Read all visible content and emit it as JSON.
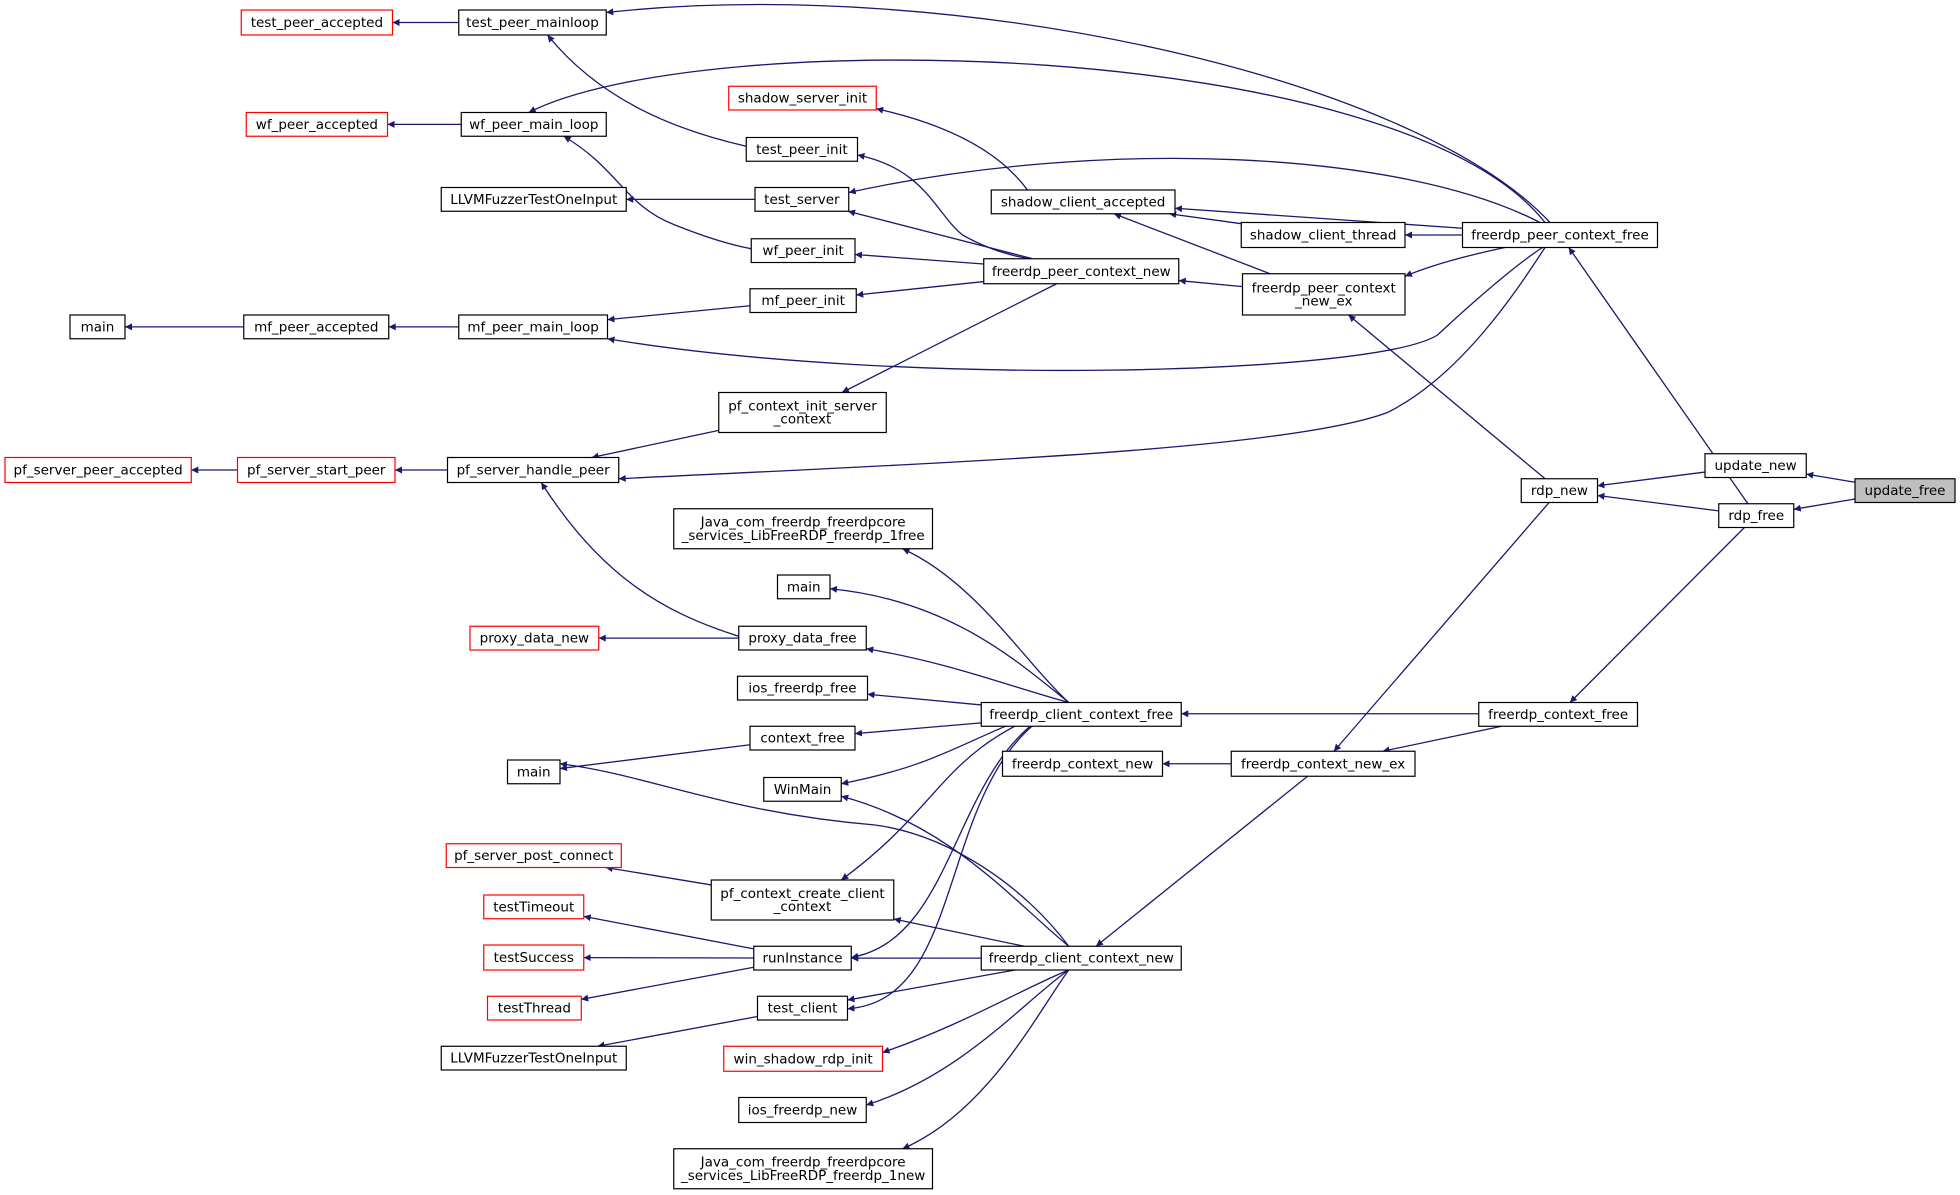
{
  "colors": {
    "edge": "#191970",
    "node_border": "#000000",
    "truncated_border": "#ff0000",
    "selected_fill": "#bfbfbf",
    "node_fill": "#ffffff"
  },
  "nodes": [
    {
      "id": "update_free",
      "lines": [
        "update_free"
      ],
      "style": "selected"
    },
    {
      "id": "update_new",
      "lines": [
        "update_new"
      ],
      "style": "normal"
    },
    {
      "id": "rdp_free",
      "lines": [
        "rdp_free"
      ],
      "style": "normal"
    },
    {
      "id": "rdp_new",
      "lines": [
        "rdp_new"
      ],
      "style": "normal"
    },
    {
      "id": "freerdp_peer_context_free",
      "lines": [
        "freerdp_peer_context_free"
      ],
      "style": "normal"
    },
    {
      "id": "freerdp_context_free",
      "lines": [
        "freerdp_context_free"
      ],
      "style": "normal"
    },
    {
      "id": "freerdp_peer_context_new_ex",
      "lines": [
        "freerdp_peer_context",
        "_new_ex"
      ],
      "style": "normal"
    },
    {
      "id": "freerdp_context_new_ex",
      "lines": [
        "freerdp_context_new_ex"
      ],
      "style": "normal"
    },
    {
      "id": "shadow_client_thread",
      "lines": [
        "shadow_client_thread"
      ],
      "style": "normal"
    },
    {
      "id": "freerdp_client_context_free",
      "lines": [
        "freerdp_client_context_free"
      ],
      "style": "normal"
    },
    {
      "id": "freerdp_client_context_new",
      "lines": [
        "freerdp_client_context_new"
      ],
      "style": "normal"
    },
    {
      "id": "freerdp_context_new",
      "lines": [
        "freerdp_context_new"
      ],
      "style": "normal"
    },
    {
      "id": "shadow_client_accepted",
      "lines": [
        "shadow_client_accepted"
      ],
      "style": "normal"
    },
    {
      "id": "freerdp_peer_context_new",
      "lines": [
        "freerdp_peer_context_new"
      ],
      "style": "normal"
    },
    {
      "id": "shadow_server_init",
      "lines": [
        "shadow_server_init"
      ],
      "style": "truncated"
    },
    {
      "id": "test_peer_init",
      "lines": [
        "test_peer_init"
      ],
      "style": "normal"
    },
    {
      "id": "test_server",
      "lines": [
        "test_server"
      ],
      "style": "normal"
    },
    {
      "id": "wf_peer_init",
      "lines": [
        "wf_peer_init"
      ],
      "style": "normal"
    },
    {
      "id": "mf_peer_init",
      "lines": [
        "mf_peer_init"
      ],
      "style": "normal"
    },
    {
      "id": "pf_context_init_server_context",
      "lines": [
        "pf_context_init_server",
        "_context"
      ],
      "style": "normal"
    },
    {
      "id": "java_free",
      "lines": [
        "Java_com_freerdp_freerdpcore",
        "_services_LibFreeRDP_freerdp_1free"
      ],
      "style": "normal"
    },
    {
      "id": "main_2",
      "lines": [
        "main"
      ],
      "style": "normal"
    },
    {
      "id": "proxy_data_free",
      "lines": [
        "proxy_data_free"
      ],
      "style": "normal"
    },
    {
      "id": "ios_freerdp_free",
      "lines": [
        "ios_freerdp_free"
      ],
      "style": "normal"
    },
    {
      "id": "context_free",
      "lines": [
        "context_free"
      ],
      "style": "normal"
    },
    {
      "id": "winmain",
      "lines": [
        "WinMain"
      ],
      "style": "normal"
    },
    {
      "id": "pf_context_create_client_context",
      "lines": [
        "pf_context_create_client",
        "_context"
      ],
      "style": "normal"
    },
    {
      "id": "runinstance",
      "lines": [
        "runInstance"
      ],
      "style": "normal"
    },
    {
      "id": "test_client",
      "lines": [
        "test_client"
      ],
      "style": "normal"
    },
    {
      "id": "win_shadow_rdp_init",
      "lines": [
        "win_shadow_rdp_init"
      ],
      "style": "truncated"
    },
    {
      "id": "ios_freerdp_new",
      "lines": [
        "ios_freerdp_new"
      ],
      "style": "normal"
    },
    {
      "id": "java_new",
      "lines": [
        "Java_com_freerdp_freerdpcore",
        "_services_LibFreeRDP_freerdp_1new"
      ],
      "style": "normal"
    },
    {
      "id": "test_peer_mainloop",
      "lines": [
        "test_peer_mainloop"
      ],
      "style": "normal"
    },
    {
      "id": "wf_peer_main_loop",
      "lines": [
        "wf_peer_main_loop"
      ],
      "style": "normal"
    },
    {
      "id": "llvm_fuzzer_1",
      "lines": [
        "LLVMFuzzerTestOneInput"
      ],
      "style": "normal"
    },
    {
      "id": "mf_peer_main_loop",
      "lines": [
        "mf_peer_main_loop"
      ],
      "style": "normal"
    },
    {
      "id": "pf_server_handle_peer",
      "lines": [
        "pf_server_handle_peer"
      ],
      "style": "normal"
    },
    {
      "id": "proxy_data_new",
      "lines": [
        "proxy_data_new"
      ],
      "style": "truncated"
    },
    {
      "id": "main_3",
      "lines": [
        "main"
      ],
      "style": "normal"
    },
    {
      "id": "pf_server_post_connect",
      "lines": [
        "pf_server_post_connect"
      ],
      "style": "truncated"
    },
    {
      "id": "testtimeout",
      "lines": [
        "testTimeout"
      ],
      "style": "truncated"
    },
    {
      "id": "testsuccess",
      "lines": [
        "testSuccess"
      ],
      "style": "truncated"
    },
    {
      "id": "testthread",
      "lines": [
        "testThread"
      ],
      "style": "truncated"
    },
    {
      "id": "llvm_fuzzer_2",
      "lines": [
        "LLVMFuzzerTestOneInput"
      ],
      "style": "normal"
    },
    {
      "id": "test_peer_accepted",
      "lines": [
        "test_peer_accepted"
      ],
      "style": "truncated"
    },
    {
      "id": "wf_peer_accepted",
      "lines": [
        "wf_peer_accepted"
      ],
      "style": "truncated"
    },
    {
      "id": "mf_peer_accepted",
      "lines": [
        "mf_peer_accepted"
      ],
      "style": "normal"
    },
    {
      "id": "pf_server_start_peer",
      "lines": [
        "pf_server_start_peer"
      ],
      "style": "truncated"
    },
    {
      "id": "main_1",
      "lines": [
        "main"
      ],
      "style": "normal"
    },
    {
      "id": "pf_server_peer_accepted",
      "lines": [
        "pf_server_peer_accepted"
      ],
      "style": "truncated"
    }
  ],
  "edges": [
    {
      "from": "update_new",
      "to": "update_free"
    },
    {
      "from": "rdp_free",
      "to": "update_free"
    },
    {
      "from": "rdp_new",
      "to": "update_new"
    },
    {
      "from": "freerdp_peer_context_free",
      "to": "rdp_free"
    },
    {
      "from": "rdp_new",
      "to": "rdp_free"
    },
    {
      "from": "freerdp_context_free",
      "to": "rdp_free"
    },
    {
      "from": "freerdp_peer_context_new_ex",
      "to": "rdp_new"
    },
    {
      "from": "freerdp_context_new_ex",
      "to": "rdp_new"
    },
    {
      "from": "shadow_client_thread",
      "to": "freerdp_peer_context_free"
    },
    {
      "from": "freerdp_peer_context_new_ex",
      "to": "freerdp_peer_context_free"
    },
    {
      "from": "shadow_client_accepted",
      "to": "freerdp_peer_context_free"
    },
    {
      "from": "test_peer_mainloop",
      "to": "freerdp_peer_context_free"
    },
    {
      "from": "wf_peer_main_loop",
      "to": "freerdp_peer_context_free"
    },
    {
      "from": "test_server",
      "to": "freerdp_peer_context_free"
    },
    {
      "from": "mf_peer_main_loop",
      "to": "freerdp_peer_context_free"
    },
    {
      "from": "pf_server_handle_peer",
      "to": "freerdp_peer_context_free"
    },
    {
      "from": "freerdp_client_context_free",
      "to": "freerdp_context_free"
    },
    {
      "from": "freerdp_context_new_ex",
      "to": "freerdp_context_free"
    },
    {
      "from": "shadow_client_accepted",
      "to": "freerdp_peer_context_new_ex"
    },
    {
      "from": "freerdp_peer_context_new",
      "to": "freerdp_peer_context_new_ex"
    },
    {
      "from": "freerdp_context_new",
      "to": "freerdp_context_new_ex"
    },
    {
      "from": "freerdp_client_context_new",
      "to": "freerdp_context_new_ex"
    },
    {
      "from": "shadow_client_accepted",
      "to": "shadow_client_thread"
    },
    {
      "from": "shadow_server_init",
      "to": "shadow_client_accepted"
    },
    {
      "from": "test_peer_init",
      "to": "freerdp_peer_context_new"
    },
    {
      "from": "test_server",
      "to": "freerdp_peer_context_new"
    },
    {
      "from": "wf_peer_init",
      "to": "freerdp_peer_context_new"
    },
    {
      "from": "mf_peer_init",
      "to": "freerdp_peer_context_new"
    },
    {
      "from": "pf_context_init_server_context",
      "to": "freerdp_peer_context_new"
    },
    {
      "from": "test_peer_mainloop",
      "to": "test_peer_init"
    },
    {
      "from": "llvm_fuzzer_1",
      "to": "test_server"
    },
    {
      "from": "wf_peer_main_loop",
      "to": "wf_peer_init"
    },
    {
      "from": "mf_peer_main_loop",
      "to": "mf_peer_init"
    },
    {
      "from": "pf_server_handle_peer",
      "to": "pf_context_init_server_context"
    },
    {
      "from": "test_peer_accepted",
      "to": "test_peer_mainloop"
    },
    {
      "from": "wf_peer_accepted",
      "to": "wf_peer_main_loop"
    },
    {
      "from": "main_1",
      "to": "mf_peer_accepted"
    },
    {
      "from": "mf_peer_accepted",
      "to": "mf_peer_main_loop"
    },
    {
      "from": "pf_server_peer_accepted",
      "to": "pf_server_start_peer"
    },
    {
      "from": "pf_server_start_peer",
      "to": "pf_server_handle_peer"
    },
    {
      "from": "java_free",
      "to": "freerdp_client_context_free"
    },
    {
      "from": "main_2",
      "to": "freerdp_client_context_free"
    },
    {
      "from": "proxy_data_free",
      "to": "freerdp_client_context_free"
    },
    {
      "from": "ios_freerdp_free",
      "to": "freerdp_client_context_free"
    },
    {
      "from": "context_free",
      "to": "freerdp_client_context_free"
    },
    {
      "from": "winmain",
      "to": "freerdp_client_context_free"
    },
    {
      "from": "pf_context_create_client_context",
      "to": "freerdp_client_context_free"
    },
    {
      "from": "runinstance",
      "to": "freerdp_client_context_free"
    },
    {
      "from": "test_client",
      "to": "freerdp_client_context_free"
    },
    {
      "from": "pf_server_handle_peer",
      "to": "proxy_data_free"
    },
    {
      "from": "proxy_data_new",
      "to": "proxy_data_free"
    },
    {
      "from": "main_3",
      "to": "context_free"
    },
    {
      "from": "main_3",
      "to": "freerdp_client_context_new"
    },
    {
      "from": "winmain",
      "to": "freerdp_client_context_new"
    },
    {
      "from": "pf_context_create_client_context",
      "to": "freerdp_client_context_new"
    },
    {
      "from": "runinstance",
      "to": "freerdp_client_context_new"
    },
    {
      "from": "test_client",
      "to": "freerdp_client_context_new"
    },
    {
      "from": "win_shadow_rdp_init",
      "to": "freerdp_client_context_new"
    },
    {
      "from": "ios_freerdp_new",
      "to": "freerdp_client_context_new"
    },
    {
      "from": "java_new",
      "to": "freerdp_client_context_new"
    },
    {
      "from": "pf_server_post_connect",
      "to": "pf_context_create_client_context"
    },
    {
      "from": "testtimeout",
      "to": "runinstance"
    },
    {
      "from": "testsuccess",
      "to": "runinstance"
    },
    {
      "from": "testthread",
      "to": "runinstance"
    },
    {
      "from": "llvm_fuzzer_2",
      "to": "test_client"
    }
  ]
}
